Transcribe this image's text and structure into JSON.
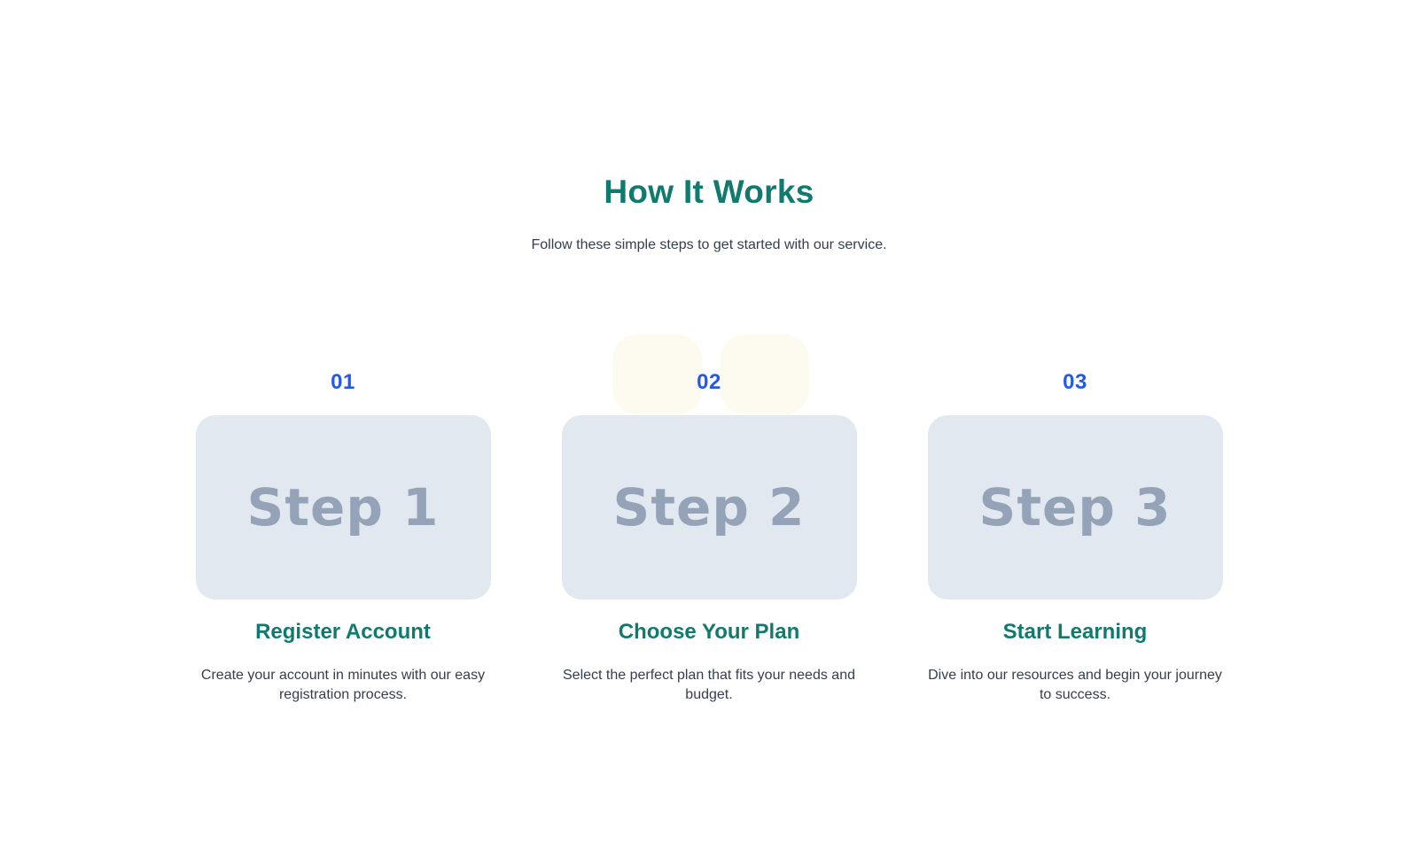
{
  "section": {
    "title": "How It Works",
    "subtitle": "Follow these simple steps to get started with our service."
  },
  "steps": [
    {
      "number": "01",
      "image_placeholder": "Step 1",
      "title": "Register Account",
      "description": "Create your account in minutes with our easy registration process."
    },
    {
      "number": "02",
      "image_placeholder": "Step 2",
      "title": "Choose Your Plan",
      "description": "Select the perfect plan that fits your needs and budget."
    },
    {
      "number": "03",
      "image_placeholder": "Step 3",
      "title": "Start Learning",
      "description": "Dive into our resources and begin your journey to success."
    }
  ],
  "colors": {
    "heading_teal": "#117a6e",
    "number_blue": "#2558e8",
    "card_background": "#e2e8f0",
    "card_placeholder_text": "#94a3b8",
    "body_text": "#353e4f",
    "decor_cream": "#fdfaef",
    "page_background": "#ffffff"
  }
}
